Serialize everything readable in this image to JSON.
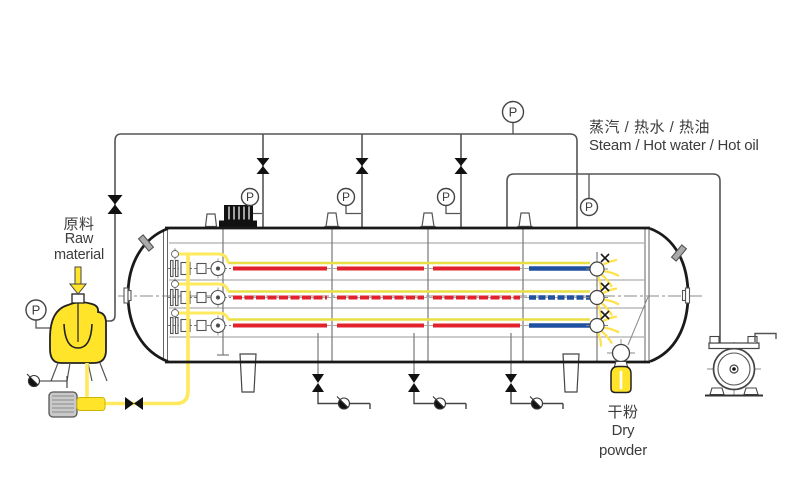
{
  "diagram": {
    "steam_label_zh": "蒸汽 / 热水 / 热油",
    "steam_label_en": "Steam / Hot water / Hot oil",
    "raw_material_zh": "原料",
    "raw_material_en": "Raw\nmaterial",
    "dry_powder_zh": "干粉",
    "dry_powder_en": "Dry\npowder",
    "gauge_label": "P",
    "colors": {
      "feed_yellow": "#FFE42A",
      "pipe_yellow": "#FFE95C",
      "row_yellow": "#E8DF45",
      "heating_red": "#E2232E",
      "cooling_blue": "#2050A0",
      "line_dark": "#1a1a1a",
      "pipe_gray": "#555555"
    }
  }
}
